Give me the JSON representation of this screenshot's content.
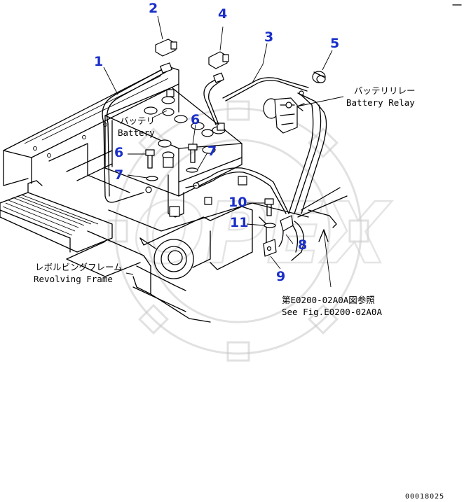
{
  "callouts": {
    "c1": "1",
    "c2": "2",
    "c3": "3",
    "c4": "4",
    "c5": "5",
    "c6a": "6",
    "c6b": "6",
    "c7a": "7",
    "c7b": "7",
    "c8": "8",
    "c9": "9",
    "c10": "10",
    "c11": "11"
  },
  "labels": {
    "battery_jp": "バッテリ",
    "battery_en": "Battery",
    "relay_jp": "バッテリリレー",
    "relay_en": "Battery Relay",
    "frame_jp": "レボルビングフレーム",
    "frame_en": "Revolving Frame",
    "ref_jp": "第E0200-02A0A図参照",
    "ref_en": "See Fig.E0200-02A0A"
  },
  "watermark": "OPEX",
  "doc_id": "00018025",
  "colors": {
    "callout": "#1a2fc8",
    "line": "#000000",
    "watermark": "#c9c9c9"
  }
}
